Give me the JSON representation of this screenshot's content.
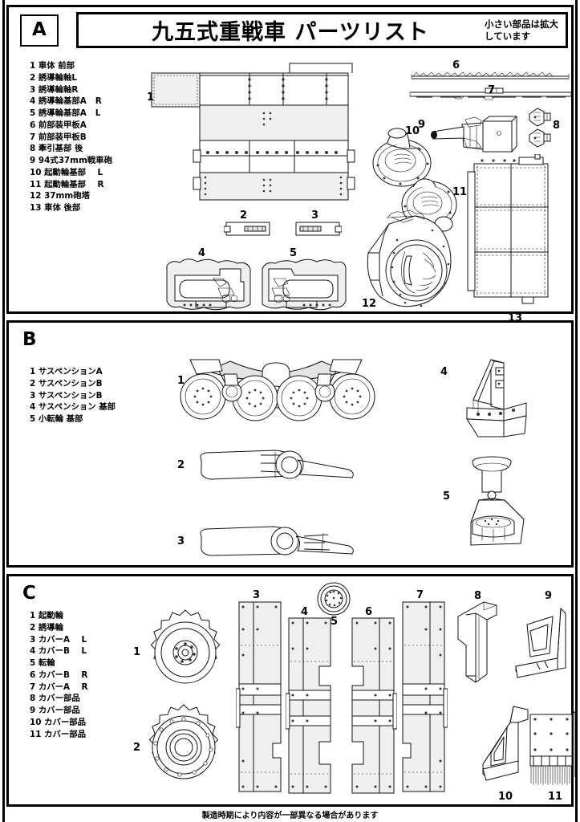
{
  "header": {
    "title": "九五式重戦車 パーツリスト",
    "subtitle": "小さい部品は拡大\nしています"
  },
  "panels": [
    {
      "letter": "A",
      "legend": "1 車体 前部\n2 誘導輪軸L\n3 誘導輪軸R\n4 誘導輪基部A   R\n5 誘導輪基部A   L\n6 前部装甲板A\n7 前部装甲板B\n8 牽引基部 後\n9 94式37mm戦車砲\n10 起動輪基部    L\n11 起動輪基部    R\n12 37mm砲塔\n13 車体 後部",
      "items": [
        {
          "no": "1",
          "label": "車体 前部"
        },
        {
          "no": "2",
          "label": "誘導輪軸L"
        },
        {
          "no": "3",
          "label": "誘導輪軸R"
        },
        {
          "no": "4",
          "label": "誘導輪基部A   R"
        },
        {
          "no": "5",
          "label": "誘導輪基部A   L"
        },
        {
          "no": "6",
          "label": "前部装甲板A"
        },
        {
          "no": "7",
          "label": "前部装甲板B"
        },
        {
          "no": "8",
          "label": "牽引基部 後"
        },
        {
          "no": "9",
          "label": "94式37mm戦車砲"
        },
        {
          "no": "10",
          "label": "起動輪基部    L"
        },
        {
          "no": "11",
          "label": "起動輪基部    R"
        },
        {
          "no": "12",
          "label": "37mm砲塔"
        },
        {
          "no": "13",
          "label": "車体 後部"
        }
      ],
      "callouts": [
        "1",
        "2",
        "3",
        "4",
        "5",
        "6",
        "7",
        "8",
        "9",
        "10",
        "11",
        "12",
        "13"
      ]
    },
    {
      "letter": "B",
      "legend": "1 サスペンションA\n2 サスペンションB\n3 サスペンションB\n4 サスペンション 基部\n5 小転輪 基部",
      "items": [
        {
          "no": "1",
          "label": "サスペンションA"
        },
        {
          "no": "2",
          "label": "サスペンションB"
        },
        {
          "no": "3",
          "label": "サスペンションB"
        },
        {
          "no": "4",
          "label": "サスペンション 基部"
        },
        {
          "no": "5",
          "label": "小転輪 基部"
        }
      ],
      "callouts": [
        "1",
        "2",
        "3",
        "4",
        "5"
      ]
    },
    {
      "letter": "C",
      "legend": "1 起動輪\n2 誘導輪\n3 カバーA    L\n4 カバーB    L\n5 転輪\n6 カバーB    R\n7 カバーA    R\n8 カバー部品\n9 カバー部品\n10 カバー部品\n11 カバー部品",
      "items": [
        {
          "no": "1",
          "label": "起動輪"
        },
        {
          "no": "2",
          "label": "誘導輪"
        },
        {
          "no": "3",
          "label": "カバーA    L"
        },
        {
          "no": "4",
          "label": "カバーB    L"
        },
        {
          "no": "5",
          "label": "転輪"
        },
        {
          "no": "6",
          "label": "カバーB    R"
        },
        {
          "no": "7",
          "label": "カバーA    R"
        },
        {
          "no": "8",
          "label": "カバー部品"
        },
        {
          "no": "9",
          "label": "カバー部品"
        },
        {
          "no": "10",
          "label": "カバー部品"
        },
        {
          "no": "11",
          "label": "カバー部品"
        }
      ],
      "callouts": [
        "1",
        "2",
        "3",
        "4",
        "5",
        "6",
        "7",
        "8",
        "9",
        "10",
        "11"
      ]
    }
  ],
  "footer": {
    "note": "製造時期により内容が一部異なる場合があります"
  },
  "colors": {
    "line": "#111111",
    "fill_light": "#efefef",
    "fill_mid": "#e4e4e4",
    "background": "#ffffff"
  }
}
